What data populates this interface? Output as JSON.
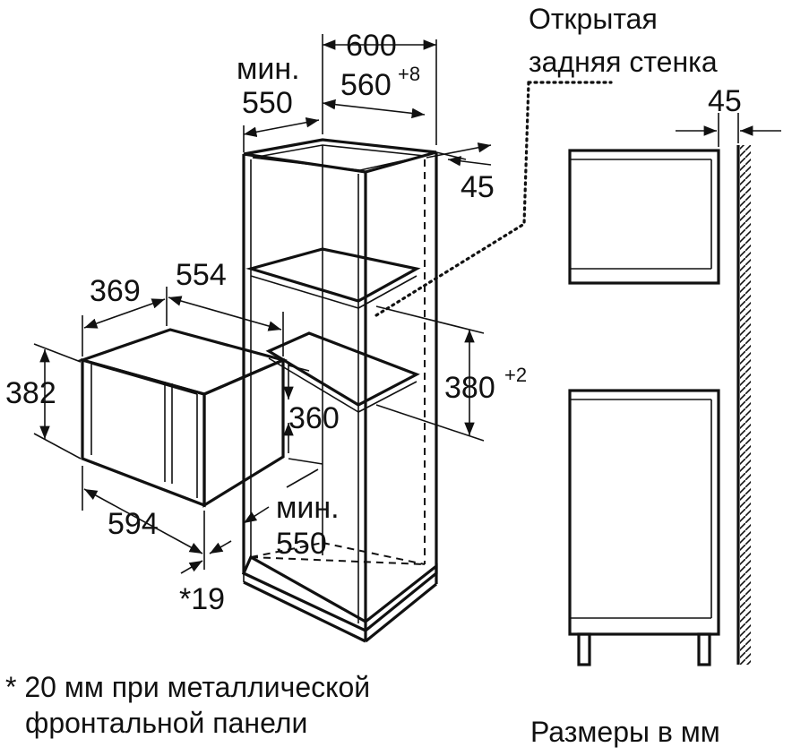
{
  "labels": {
    "top_width": "600",
    "inner_width_main": "560",
    "inner_width_sup": "+8",
    "min_depth_top_line1": "мин.",
    "min_depth_top_line2": "550",
    "back_gap": "45",
    "open_back_line1": "Открытая",
    "open_back_line2": "задняя стенка",
    "side_gap": "45",
    "oven_depth": "369",
    "oven_width_depth": "554",
    "oven_height": "382",
    "niche_height_main": "380",
    "niche_height_sup": "+2",
    "niche_depth": "360",
    "oven_front_width": "594",
    "min_depth_bottom_line1": "мин.",
    "min_depth_bottom_line2": "550",
    "frame_offset": "*19",
    "footnote_line1": "* 20 мм при металлической",
    "footnote_line2": "фронтальной панели",
    "units_note": "Размеры в мм"
  }
}
